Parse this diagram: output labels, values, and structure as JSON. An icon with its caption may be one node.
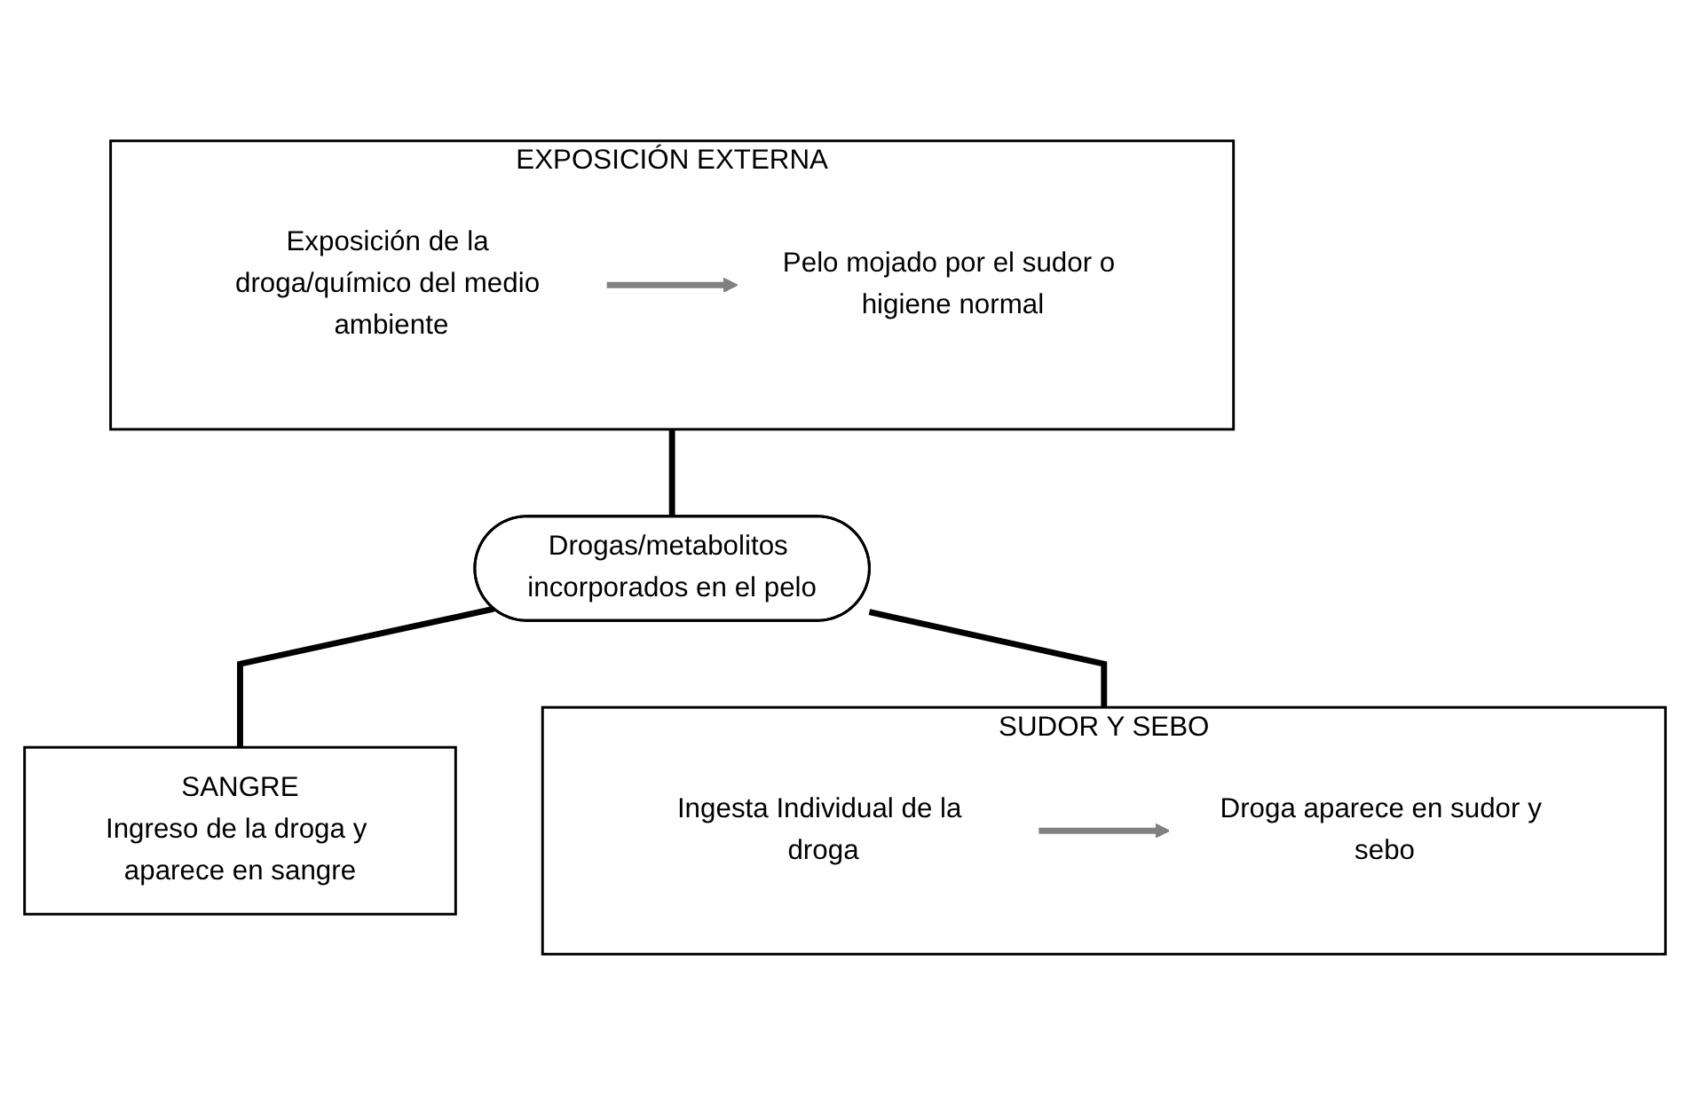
{
  "diagram": {
    "nodes": [
      {
        "text": [
          "EXPOSICIÓN EXTERNA"
        ]
      },
      {
        "text": [
          "Exposición de la droga/químico del medio ambiente"
        ],
        "in": 0
      },
      {
        "text": [
          "Pelo mojado por el sudor o higiene normal"
        ],
        "in": 0
      },
      {
        "text": [
          "Drogas/metabolitos incorporados en el pelo"
        ]
      },
      {
        "text": [
          "SANGRE",
          "Ingreso de la droga y aparece en sangre"
        ]
      },
      {
        "text": [
          "SUDOR Y SEBO"
        ]
      },
      {
        "text": [
          "Ingesta Individual de la droga"
        ],
        "in": 5
      },
      {
        "text": [
          "Droga aparece en sudor y sebo"
        ],
        "in": 5
      }
    ],
    "edges": [
      {
        "from": 1,
        "to": 2,
        "arrow": "to",
        "color": "#808080"
      },
      {
        "from": 0,
        "to": 3,
        "arrow": "none"
      },
      {
        "from": 3,
        "to": 4,
        "arrow": "none"
      },
      {
        "from": 3,
        "to": 5,
        "arrow": "none"
      },
      {
        "from": 6,
        "to": 7,
        "arrow": "to",
        "color": "#808080"
      }
    ]
  }
}
